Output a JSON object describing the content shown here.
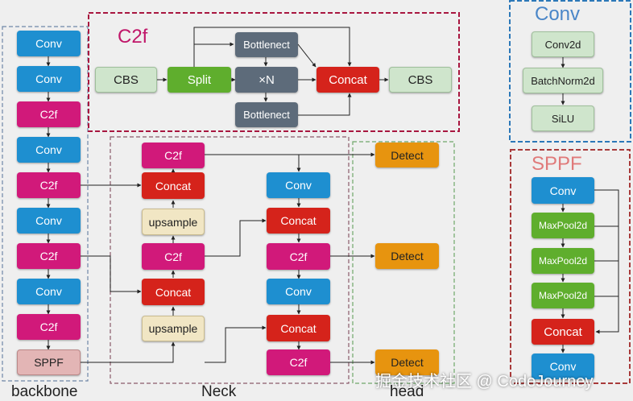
{
  "labels": {
    "backbone": "backbone",
    "neck": "Neck",
    "head": "head",
    "c2f_title": "C2f",
    "conv_title": "Conv",
    "sppf_title": "SPPF",
    "watermark": "掘金技术社区 @ CodeJourney"
  },
  "backbone": [
    "Conv",
    "Conv",
    "C2f",
    "Conv",
    "C2f",
    "Conv",
    "C2f",
    "Conv",
    "C2f",
    "SPPF"
  ],
  "neck_left": [
    "C2f",
    "Concat",
    "upsample",
    "C2f",
    "Concat",
    "upsample"
  ],
  "neck_right": [
    "Conv",
    "Concat",
    "C2f",
    "Conv",
    "Concat",
    "C2f"
  ],
  "head": [
    "Detect",
    "Detect",
    "Detect"
  ],
  "c2f_block": {
    "cbs_in": "CBS",
    "split": "Split",
    "bottleneck_top": "Bottlenect",
    "xn": "×N",
    "bottleneck_bottom": "Bottlenect",
    "concat": "Concat",
    "cbs_out": "CBS"
  },
  "conv_block": [
    "Conv2d",
    "BatchNorm2d",
    "SiLU"
  ],
  "sppf_block": [
    "Conv",
    "MaxPool2d",
    "MaxPool2d",
    "MaxPool2d",
    "Concat",
    "Conv"
  ],
  "colors": {
    "conv": "#1e8fd0",
    "c2f": "#d1197a",
    "concat": "#d5231b",
    "detect": "#e7940f",
    "maroon_title": "#c0176a",
    "blue_title": "#4a86c8",
    "sppf_title": "#e07a7a"
  }
}
